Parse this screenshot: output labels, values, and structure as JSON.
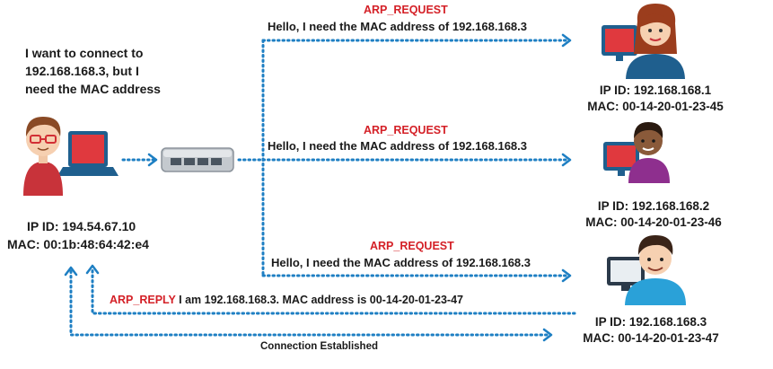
{
  "sender": {
    "thought_lines": [
      "I want to connect to",
      "192.168.168.3, but I",
      "need the MAC address"
    ],
    "ip_line": "IP ID: 194.54.67.10",
    "mac_line": "MAC: 00:1b:48:64:42:e4"
  },
  "requests": [
    {
      "title": "ARP_REQUEST",
      "text": "Hello, I need the MAC address of 192.168.168.3"
    },
    {
      "title": "ARP_REQUEST",
      "text": "Hello, I need the MAC address of 192.168.168.3"
    },
    {
      "title": "ARP_REQUEST",
      "text": "Hello, I need the MAC address of 192.168.168.3"
    }
  ],
  "hosts": [
    {
      "ip_line": "IP ID: 192.168.168.1",
      "mac_line": "MAC: 00-14-20-01-23-45"
    },
    {
      "ip_line": "IP ID: 192.168.168.2",
      "mac_line": "MAC: 00-14-20-01-23-46"
    },
    {
      "ip_line": "IP ID: 192.168.168.3",
      "mac_line": "MAC: 00-14-20-01-23-47"
    }
  ],
  "reply": {
    "label": "ARP_REPLY",
    "text": " I am 192.168.168.3.  MAC address is 00-14-20-01-23-47"
  },
  "connection": {
    "text": "Connection  Established"
  },
  "colors": {
    "arrow": "#1e7fc3",
    "label_red": "#d42027",
    "screen_red": "#e0393e"
  }
}
